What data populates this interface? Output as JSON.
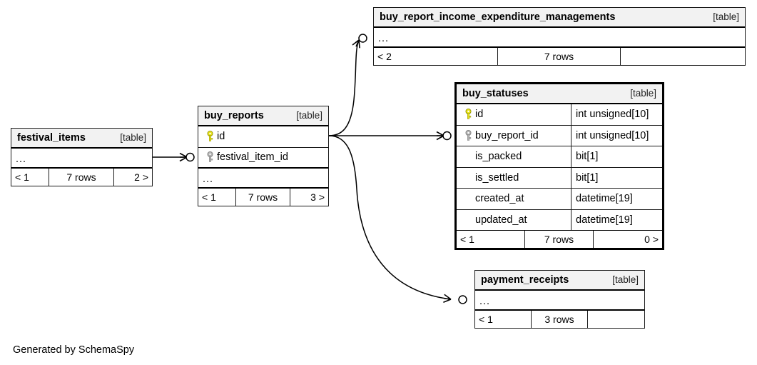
{
  "diagram": {
    "generator_credit": "Generated by SchemaSpy",
    "table_tag": "[table]",
    "ellipsis": "...",
    "colors": {
      "primary_key": "#e8e317",
      "foreign_key": "#b3b3b3",
      "header_background": "#f2f2f2",
      "border": "#1a1a1a",
      "background": "#ffffff"
    }
  },
  "tables": {
    "festival_items": {
      "name": "festival_items",
      "tag": "[table]",
      "focused": false,
      "columns": [],
      "has_ellipsis": true,
      "ellipsis": "...",
      "footer": {
        "left": "< 1",
        "middle": "7 rows",
        "right": "2 >"
      }
    },
    "buy_reports": {
      "name": "buy_reports",
      "tag": "[table]",
      "focused": false,
      "columns": [
        {
          "key": "primary",
          "name": "id",
          "type": ""
        },
        {
          "key": "foreign",
          "name": "festival_item_id",
          "type": ""
        }
      ],
      "has_ellipsis": true,
      "ellipsis": "...",
      "footer": {
        "left": "< 1",
        "middle": "7 rows",
        "right": "3 >"
      }
    },
    "buy_report_income_expenditure_managements": {
      "name": "buy_report_income_expenditure_managements",
      "tag": "[table]",
      "focused": false,
      "columns": [],
      "has_ellipsis": true,
      "ellipsis": "...",
      "footer": {
        "left": "< 2",
        "middle": "7 rows",
        "right": ""
      }
    },
    "buy_statuses": {
      "name": "buy_statuses",
      "tag": "[table]",
      "focused": true,
      "columns": [
        {
          "key": "primary",
          "name": "id",
          "type": "int unsigned[10]"
        },
        {
          "key": "foreign",
          "name": "buy_report_id",
          "type": "int unsigned[10]"
        },
        {
          "key": "none",
          "name": "is_packed",
          "type": "bit[1]"
        },
        {
          "key": "none",
          "name": "is_settled",
          "type": "bit[1]"
        },
        {
          "key": "none",
          "name": "created_at",
          "type": "datetime[19]"
        },
        {
          "key": "none",
          "name": "updated_at",
          "type": "datetime[19]"
        }
      ],
      "has_ellipsis": false,
      "ellipsis": "",
      "footer": {
        "left": "< 1",
        "middle": "7 rows",
        "right": "0 >"
      }
    },
    "payment_receipts": {
      "name": "payment_receipts",
      "tag": "[table]",
      "focused": false,
      "columns": [],
      "has_ellipsis": true,
      "ellipsis": "...",
      "footer": {
        "left": "< 1",
        "middle": "3 rows",
        "right": ""
      }
    }
  },
  "relationships": [
    {
      "from": "festival_items",
      "to": "buy_reports",
      "to_column": "festival_item_id",
      "cardinality": "zero-or-more"
    },
    {
      "from": "buy_reports",
      "to": "buy_report_income_expenditure_managements",
      "to_column": "...",
      "cardinality": "zero-or-more"
    },
    {
      "from": "buy_reports",
      "to": "buy_statuses",
      "to_column": "buy_report_id",
      "cardinality": "zero-or-more"
    },
    {
      "from": "buy_reports",
      "to": "payment_receipts",
      "to_column": "...",
      "cardinality": "zero-or-more"
    }
  ]
}
